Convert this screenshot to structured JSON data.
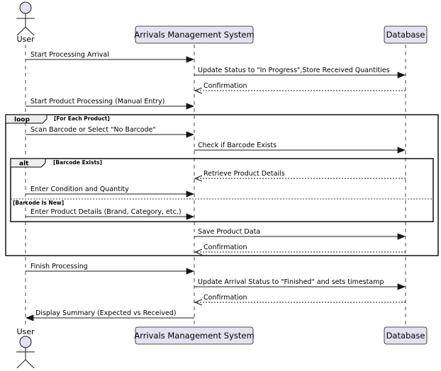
{
  "participants": {
    "user": "User",
    "system": "Arrivals Management System",
    "database": "Database"
  },
  "frames": {
    "loop": {
      "tag": "loop",
      "condition": "[For Each Product]"
    },
    "alt": {
      "tag": "alt",
      "condition": "[Barcode Exists]",
      "else_condition": "[Barcode Is New]"
    }
  },
  "messages": [
    {
      "from": "user",
      "to": "system",
      "type": "sync",
      "label": "Start Processing Arrival"
    },
    {
      "from": "system",
      "to": "database",
      "type": "sync",
      "label": "Update Status to \"In Progress\",Store Received Quantities"
    },
    {
      "from": "database",
      "to": "system",
      "type": "reply",
      "label": "Confirmation"
    },
    {
      "from": "user",
      "to": "system",
      "type": "sync",
      "label": "Start Product Processing (Manual Entry)"
    },
    {
      "from": "user",
      "to": "system",
      "type": "sync",
      "label": "Scan Barcode or Select \"No Barcode\""
    },
    {
      "from": "system",
      "to": "database",
      "type": "sync",
      "label": "Check if Barcode Exists"
    },
    {
      "from": "database",
      "to": "system",
      "type": "reply",
      "label": "Retrieve Product Details"
    },
    {
      "from": "user",
      "to": "system",
      "type": "sync",
      "label": "Enter Condition and Quantity"
    },
    {
      "from": "user",
      "to": "system",
      "type": "sync",
      "label": "Enter Product Details (Brand, Category, etc.)"
    },
    {
      "from": "system",
      "to": "database",
      "type": "sync",
      "label": "Save Product Data"
    },
    {
      "from": "database",
      "to": "system",
      "type": "reply",
      "label": "Confirmation"
    },
    {
      "from": "user",
      "to": "system",
      "type": "sync",
      "label": "Finish Processing"
    },
    {
      "from": "system",
      "to": "database",
      "type": "sync",
      "label": "Update Arrival Status to \"Finished\" and sets timestamp"
    },
    {
      "from": "database",
      "to": "system",
      "type": "reply",
      "label": "Confirmation"
    },
    {
      "from": "system",
      "to": "user",
      "type": "sync",
      "label": "Display Summary (Expected vs Received)"
    }
  ],
  "colors": {
    "participant_fill": "#e2e2f0",
    "participant_stroke": "#181818",
    "lifeline": "#181818",
    "arrow": "#181818",
    "frame_tag_fill": "#eeeeee"
  }
}
